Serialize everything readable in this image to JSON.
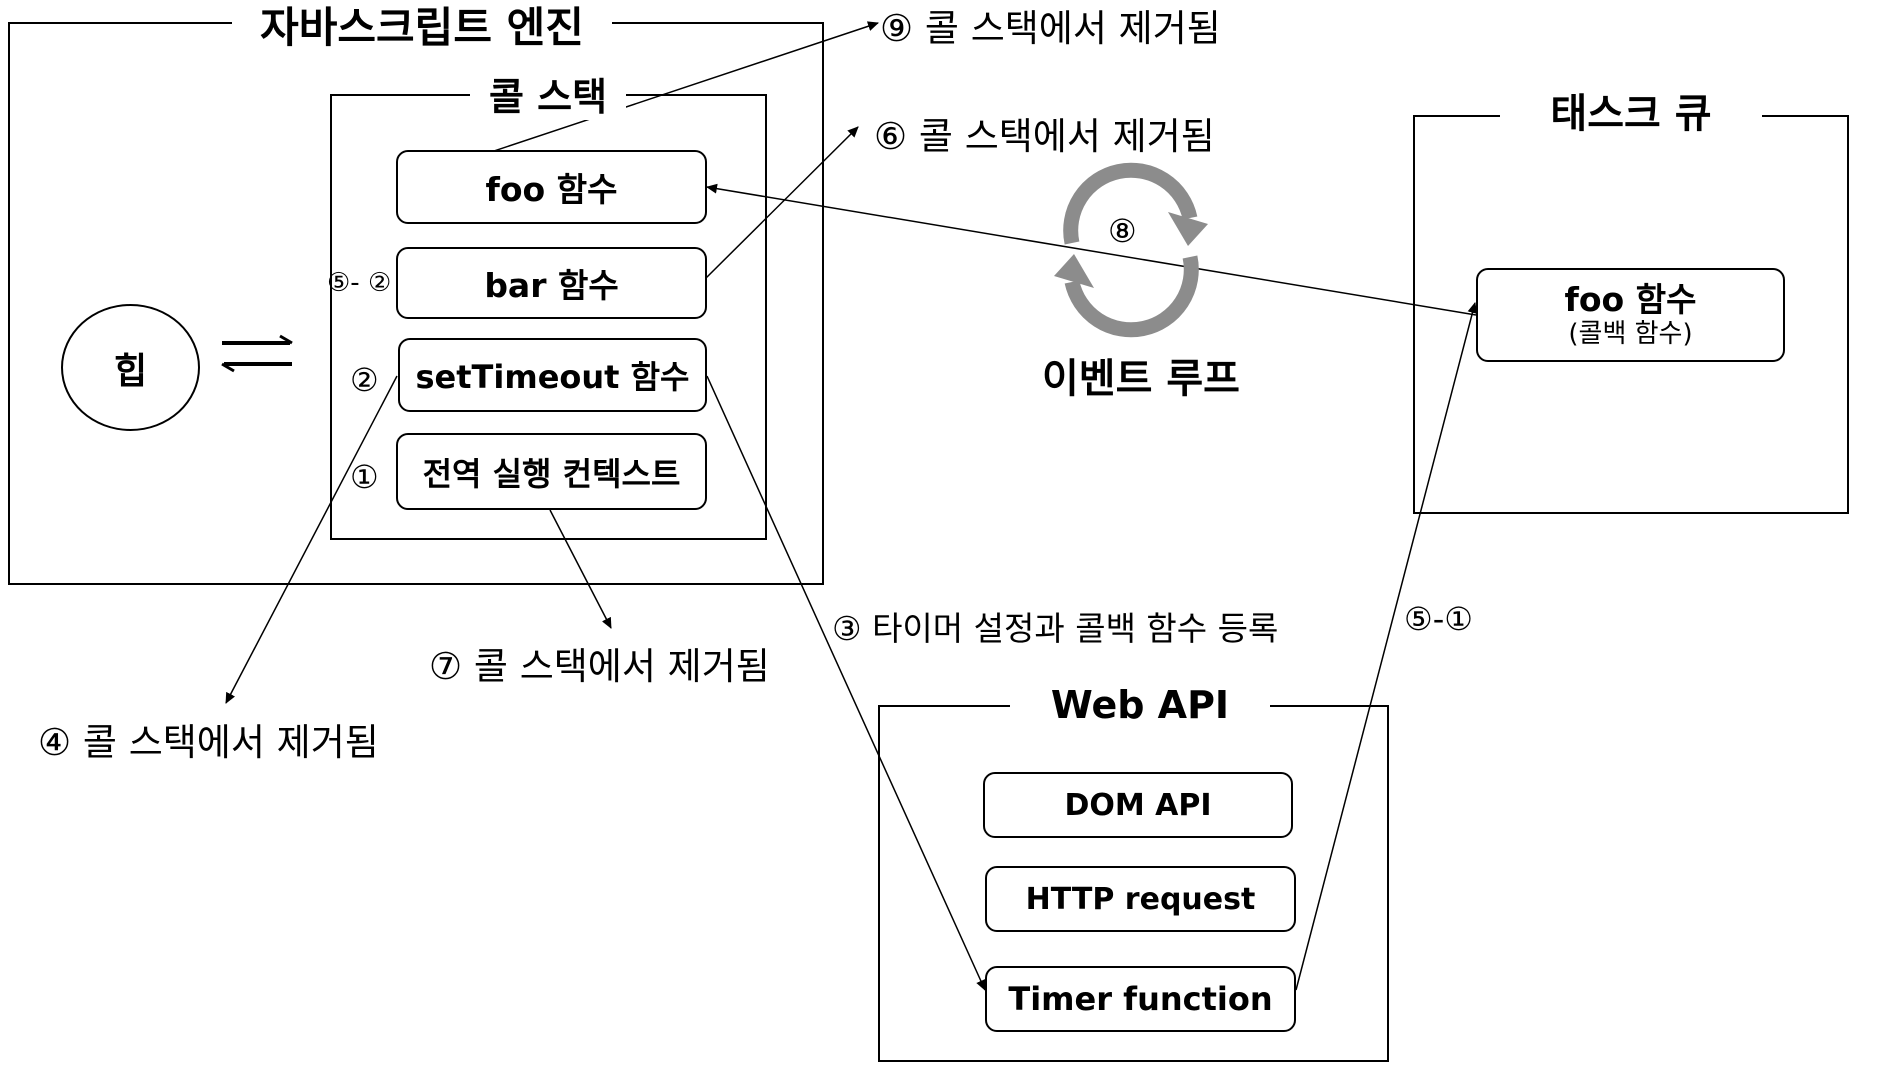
{
  "js_engine": {
    "title": "자바스크립트 엔진"
  },
  "heap": {
    "label": "힙"
  },
  "call_stack": {
    "title": "콜 스택",
    "frames": [
      "foo 함수",
      "bar 함수",
      "setTimeout 함수",
      "전역 실행 컨텍스트"
    ]
  },
  "task_queue": {
    "title": "태스크 큐",
    "item": {
      "label": "foo 함수",
      "sub": "(콜백 함수)"
    }
  },
  "web_api": {
    "title": "Web API",
    "items": [
      "DOM API",
      "HTTP request",
      "Timer function"
    ]
  },
  "event_loop": {
    "label": "이벤트 루프",
    "step": "⑧"
  },
  "steps": {
    "s1": "①",
    "s2": "②",
    "s5_2": "⑤- ②",
    "s5_1": "⑤-①",
    "s3": "③ 타이머 설정과 콜백 함수 등록",
    "s4": "④ 콜 스택에서 제거됨",
    "s6": "⑥ 콜 스택에서 제거됨",
    "s7": "⑦ 콜 스택에서 제거됨",
    "s9": "⑨ 콜 스택에서 제거됨"
  },
  "colors": {
    "line": "#000000",
    "loop": "#8c8c8c"
  }
}
